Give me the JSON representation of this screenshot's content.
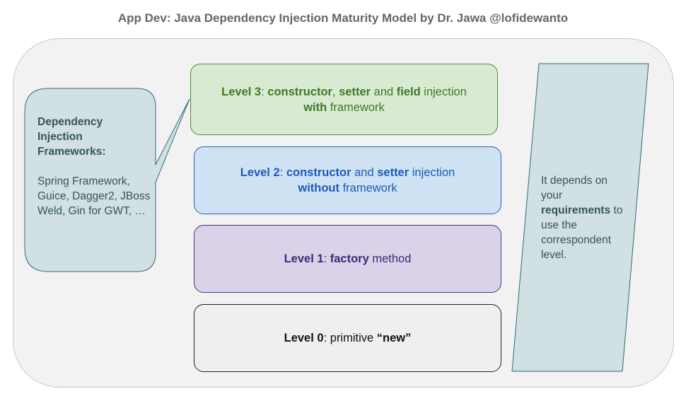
{
  "title": "App Dev: Java Dependency Injection Maturity Model by Dr. Jawa @lofidewanto",
  "callout": {
    "heading": "Dependency Injection Frameworks:",
    "body": "Spring Framework, Guice, Dagger2, JBoss Weld, Gin for GWT, …"
  },
  "levels": {
    "level3": {
      "name": "Level 3",
      "sep1": ": ",
      "w1": "constructor",
      "t1": ", ",
      "w2": "setter",
      "t2": " and ",
      "w3": "field",
      "t3": " injection",
      "w4": "with",
      "t4": " framework"
    },
    "level2": {
      "name": "Level 2",
      "sep1": ": ",
      "w1": "constructor",
      "t1": " and ",
      "w2": "setter",
      "t2": " injection",
      "w3": "without",
      "t3": " framework"
    },
    "level1": {
      "name": "Level 1",
      "sep1": ": ",
      "w1": "factory",
      "t1": " method"
    },
    "level0": {
      "name": "Level 0",
      "sep1": ": primitive ",
      "w1": "“new”"
    }
  },
  "side_note": {
    "t1": "It depends on your ",
    "w1": "requirements",
    "t2": " to use the correspondent level."
  },
  "colors": {
    "level3": "#d9ead3",
    "level2": "#cfe2f3",
    "level1": "#d9d2e9",
    "level0": "#efefef",
    "callout": "#d0e0e3"
  }
}
